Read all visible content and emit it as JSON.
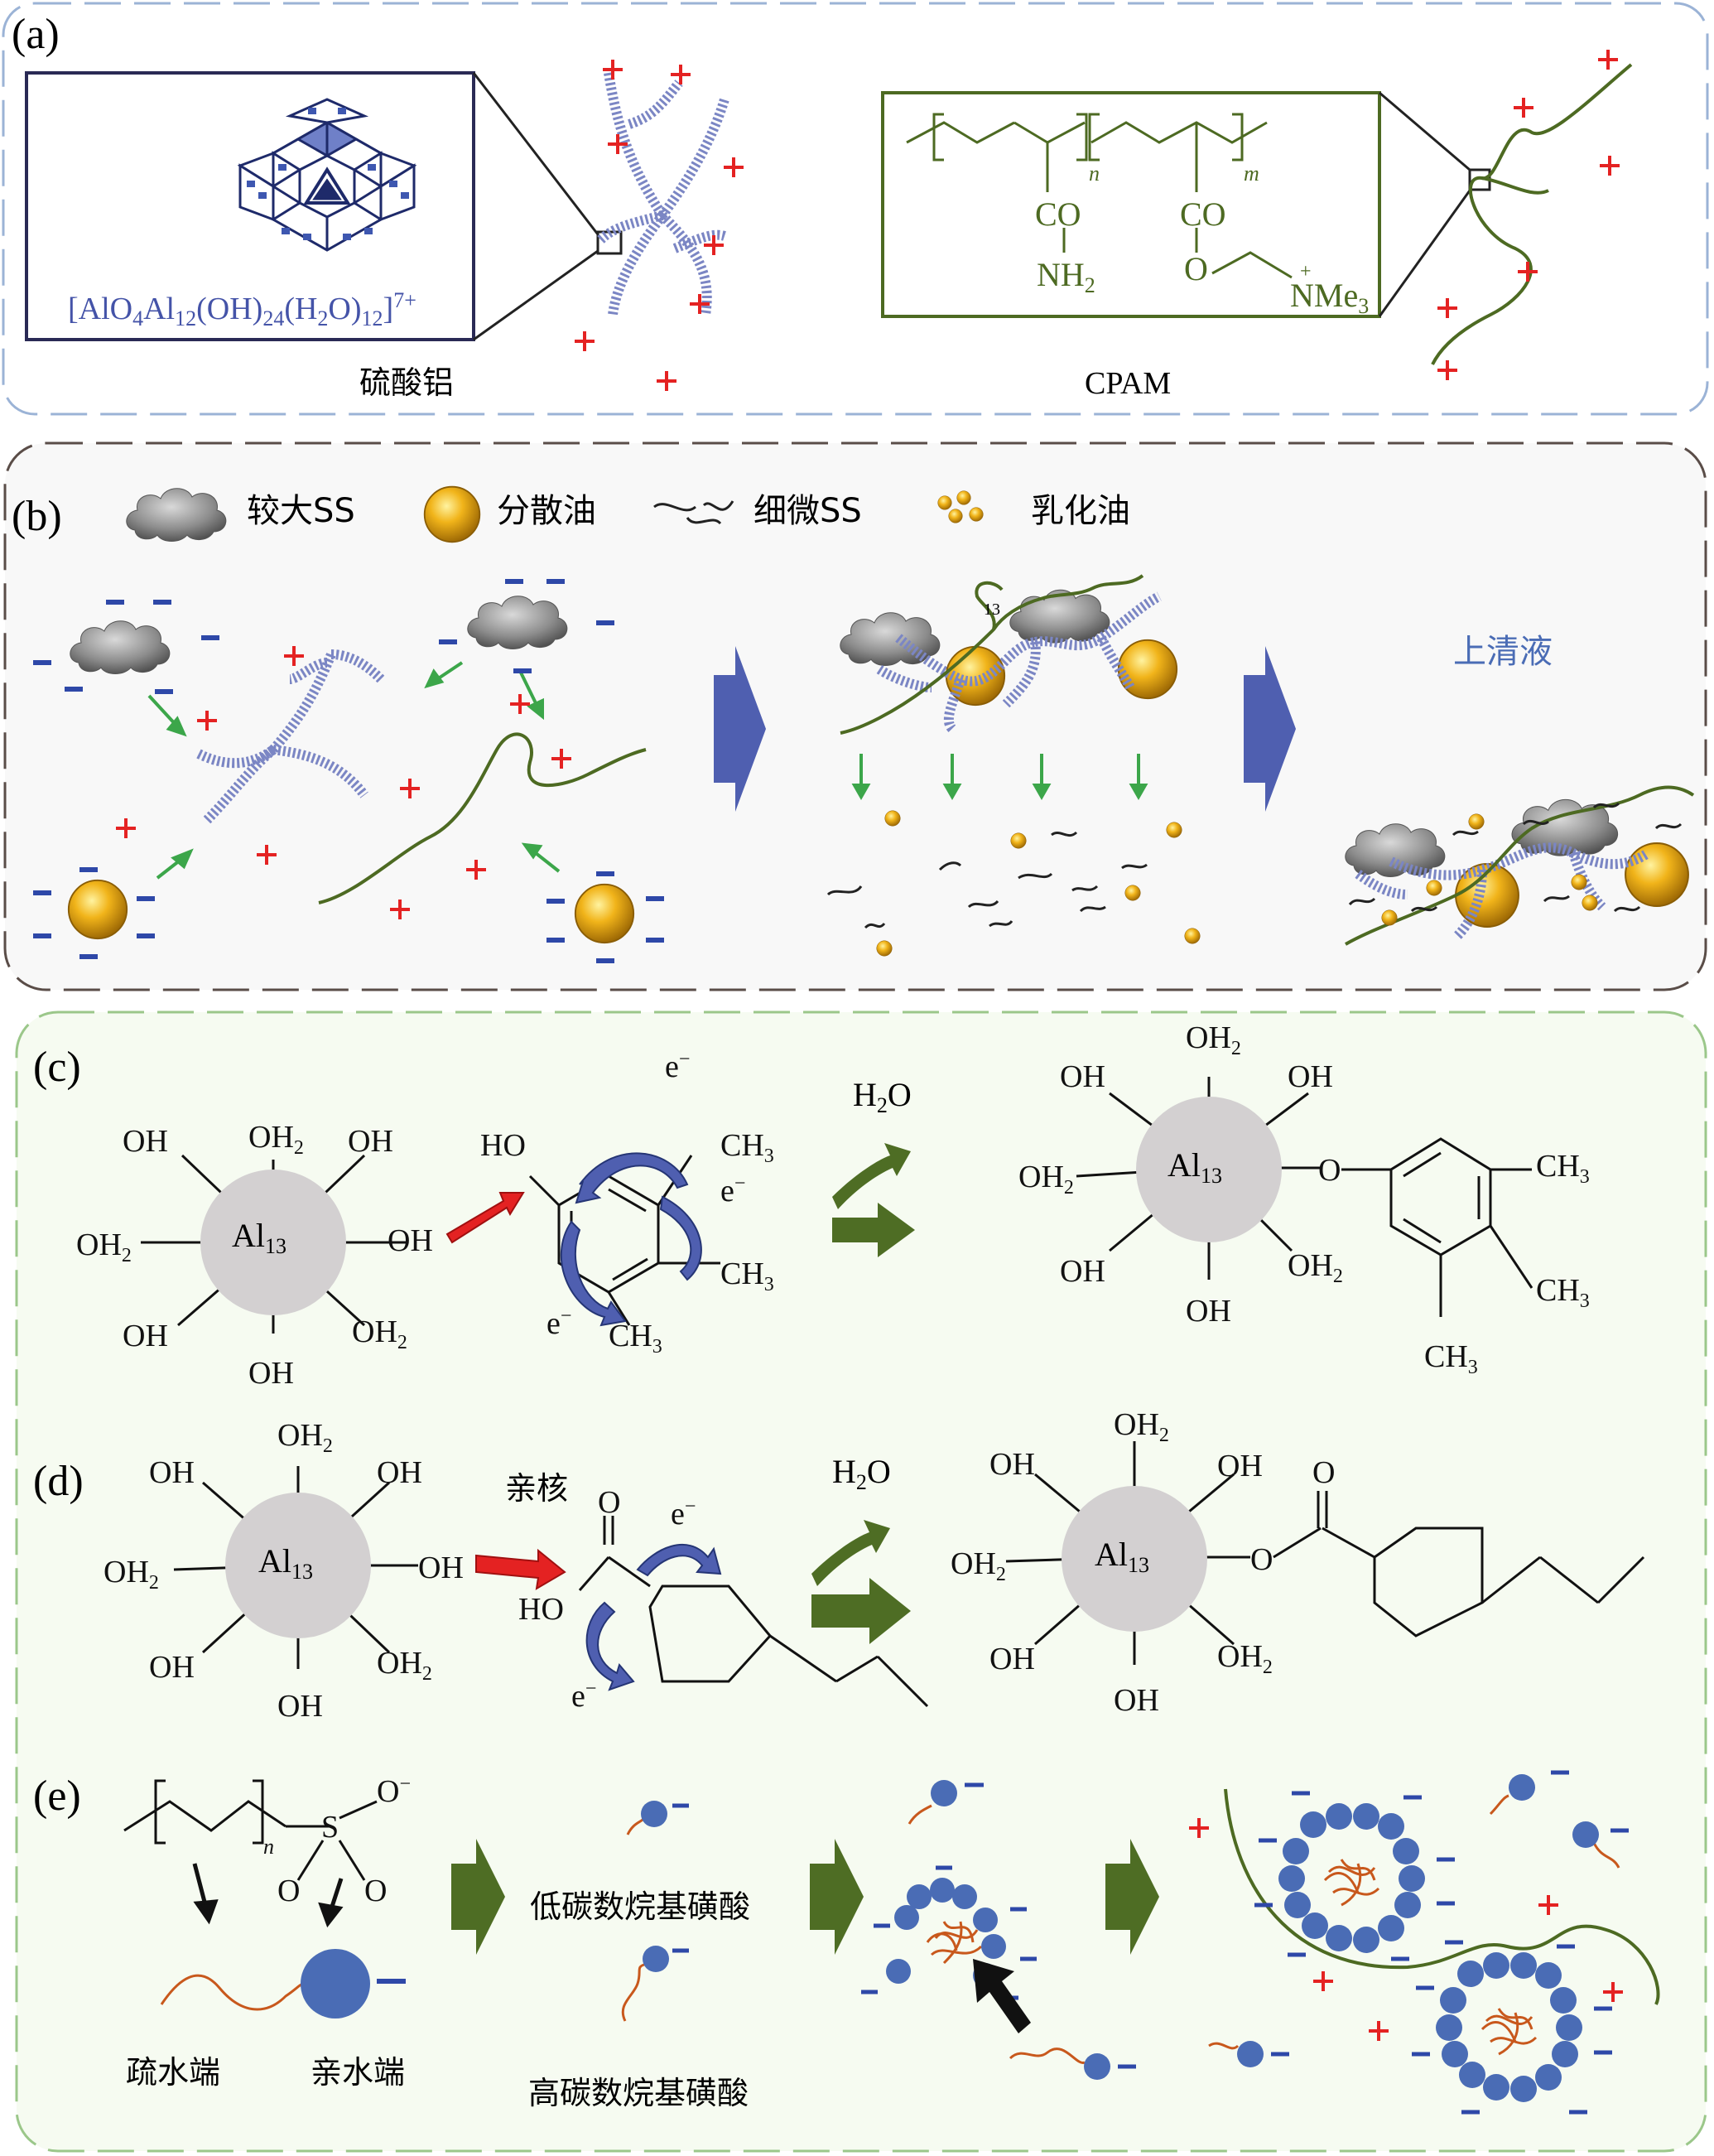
{
  "panels": {
    "a": {
      "label": "(a)",
      "al_caption": "硫酸铝",
      "cpam_caption": "CPAM",
      "keggin_formula": "[AlO4Al12(OH)24(H2O)12]7+",
      "monomer_n": {
        "co": "CO",
        "nh2": "NH2",
        "n": "n"
      },
      "monomer_m": {
        "co": "CO",
        "o": "O",
        "nme3": "NMe3",
        "plus": "+",
        "m": "m"
      }
    },
    "b": {
      "label": "(b)",
      "legend": [
        {
          "key": "larger-ss",
          "label": "较大SS"
        },
        {
          "key": "dispersed-oil",
          "label": "分散油"
        },
        {
          "key": "fine-ss",
          "label": "细微SS"
        },
        {
          "key": "emulsified-oil",
          "label": "乳化油"
        }
      ],
      "supernatant": "上清液",
      "tag_13": "13"
    },
    "c": {
      "label": "(c)",
      "water": "H2O",
      "center": "Al13",
      "left_ligands": [
        "OH2",
        "OH",
        "OH",
        "OH2",
        "OH",
        "OH2",
        "OH",
        "OH"
      ],
      "electron": "e−",
      "ho": "HO",
      "ch3": "CH3"
    },
    "d": {
      "label": "(d)",
      "nucleophilic": "亲核",
      "water": "H2O",
      "center": "Al13",
      "o": "O",
      "ho": "HO",
      "electron": "e−"
    },
    "e": {
      "label": "(e)",
      "hydrophobic_end": "疏水端",
      "hydrophilic_end": "亲水端",
      "low_carbon": "低碳数烷基磺酸",
      "high_carbon": "高碳数烷基磺酸",
      "n": "n",
      "o_minus": "O−",
      "o": "O",
      "s": "S"
    }
  },
  "colors": {
    "polymer_green": "#4d6a22",
    "floc_blue": "#7b86c4",
    "plus_red": "#e42222",
    "minus_blue": "#2e48a8",
    "arrow_green": "#4e6d24",
    "arrow_blue": "#4f5fb0",
    "head_blue": "#4a6cb5",
    "tail_orange": "#c8581c",
    "al13_grey": "#d3d0d1"
  }
}
